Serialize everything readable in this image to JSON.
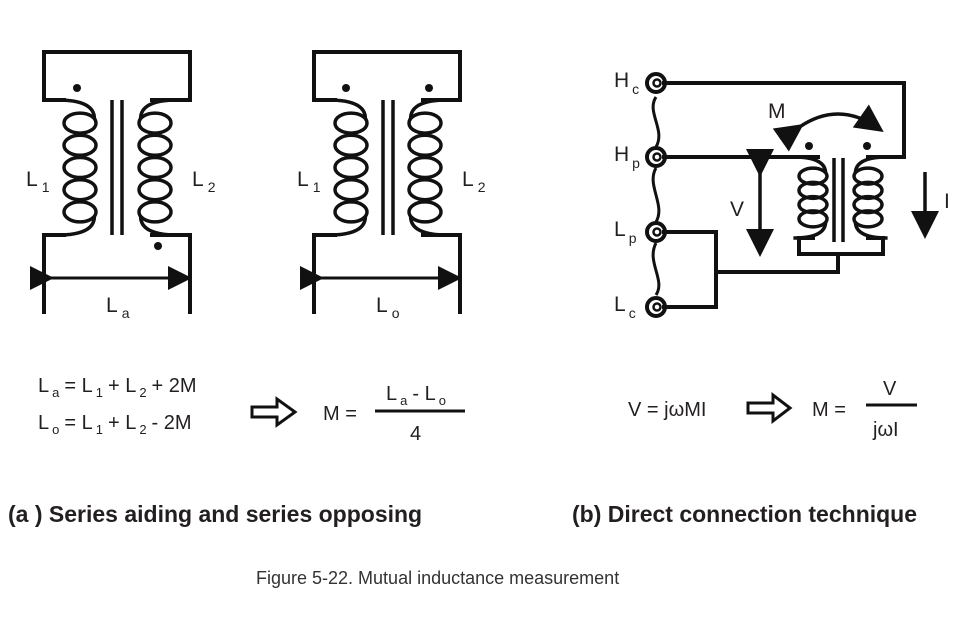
{
  "figure": {
    "caption": "Figure 5-22. Mutual inductance measurement",
    "colors": {
      "ink": "#111111",
      "text": "#231f20",
      "background": "#ffffff"
    }
  },
  "panel_a": {
    "title": "(a ) Series aiding and series opposing",
    "aiding": {
      "coil_left_label": "L",
      "coil_left_sub": "1",
      "coil_right_label": "L",
      "coil_right_sub": "2",
      "measure_label": "L",
      "measure_sub": "a"
    },
    "opposing": {
      "coil_left_label": "L",
      "coil_left_sub": "1",
      "coil_right_label": "L",
      "coil_right_sub": "2",
      "measure_label": "L",
      "measure_sub": "o"
    },
    "equations": {
      "line1": {
        "lhs": "L",
        "lhs_sub": "a",
        "rhs": "= L",
        "r1": "1",
        "mid": "+ L",
        "r2": "2",
        "tail": "+  2M"
      },
      "line2": {
        "lhs": "L",
        "lhs_sub": "o",
        "rhs": "= L",
        "r1": "1",
        "mid": "+ L",
        "r2": "2",
        "tail": "- 2M"
      },
      "result_lhs": "M  =",
      "numerator": {
        "a": "L",
        "a_sub": "a",
        "minus": "- L",
        "b_sub": "o"
      },
      "denominator": "4"
    }
  },
  "panel_b": {
    "title": "(b) Direct connection technique",
    "terminals": [
      {
        "label": "H",
        "sub": "c"
      },
      {
        "label": "H",
        "sub": "p"
      },
      {
        "label": "L",
        "sub": "p"
      },
      {
        "label": "L",
        "sub": "c"
      }
    ],
    "mutual_label": "M",
    "voltage_label": "V",
    "current_label": "I",
    "equation": {
      "lhs": "V  = jωMI",
      "result_lhs": "M  =",
      "numerator": "V",
      "denominator": "jωI"
    }
  }
}
